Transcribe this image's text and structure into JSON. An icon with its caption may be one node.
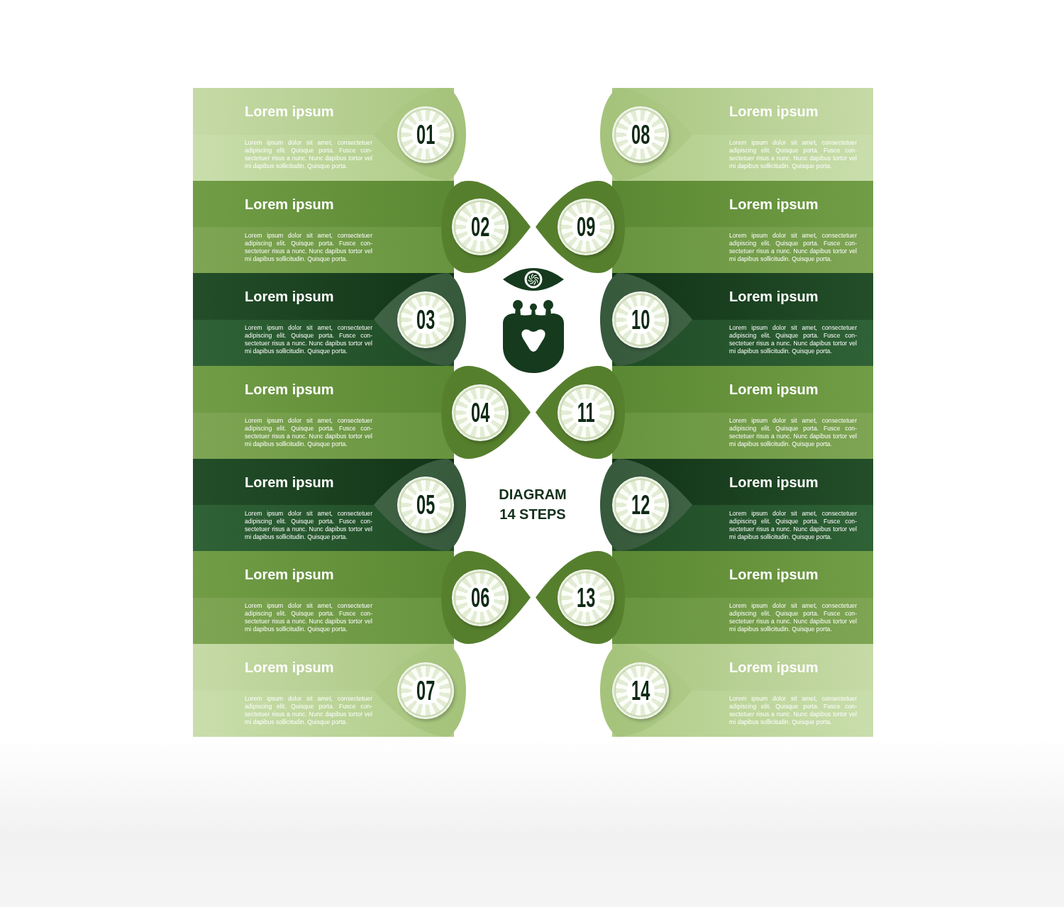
{
  "diagram": {
    "title": "DIAGRAM 14 STEPS",
    "nodes": [
      {
        "text": [
          "Lorem ipsum",
          "Lorem ipsum dolor sit amet, consectetuer adipiscing elit. Quisque porta. Fusce con- sectetuer risus a nunc. Nunc dapibus tortor vel mi dapibus sollicitudin. Quisque porta."
        ]
      },
      {
        "text": [
          "01"
        ],
        "in": 0
      },
      {
        "text": [
          "Lorem ipsum",
          "Lorem ipsum dolor sit amet, consectetuer adipiscing elit. Quisque porta. Fusce con- sectetuer risus a nunc. Nunc dapibus tortor vel mi dapibus sollicitudin. Quisque porta."
        ]
      },
      {
        "text": [
          "02"
        ],
        "in": 2
      },
      {
        "text": [
          "Lorem ipsum",
          "Lorem ipsum dolor sit amet, consectetuer adipiscing elit. Quisque porta. Fusce con- sectetuer risus a nunc. Nunc dapibus tortor vel mi dapibus sollicitudin. Quisque porta."
        ]
      },
      {
        "text": [
          "03"
        ],
        "in": 4
      },
      {
        "text": [
          "Lorem ipsum",
          "Lorem ipsum dolor sit amet, consectetuer adipiscing elit. Quisque porta. Fusce con- sectetuer risus a nunc. Nunc dapibus tortor vel mi dapibus sollicitudin. Quisque porta."
        ]
      },
      {
        "text": [
          "04"
        ],
        "in": 6
      },
      {
        "text": [
          "Lorem ipsum",
          "Lorem ipsum dolor sit amet, consectetuer adipiscing elit. Quisque porta. Fusce con- sectetuer risus a nunc. Nunc dapibus tortor vel mi dapibus sollicitudin. Quisque porta."
        ]
      },
      {
        "text": [
          "05"
        ],
        "in": 8
      },
      {
        "text": [
          "Lorem ipsum",
          "Lorem ipsum dolor sit amet, consectetuer adipiscing elit. Quisque porta. Fusce con- sectetuer risus a nunc. Nunc dapibus tortor vel mi dapibus sollicitudin. Quisque porta."
        ]
      },
      {
        "text": [
          "06"
        ],
        "in": 10
      },
      {
        "text": [
          "Lorem ipsum",
          "Lorem ipsum dolor sit amet, consectetuer adipiscing elit. Quisque porta. Fusce con- sectetuer risus a nunc. Nunc dapibus tortor vel mi dapibus sollicitudin. Quisque porta."
        ]
      },
      {
        "text": [
          "07"
        ],
        "in": 12
      },
      {
        "text": [
          "Lorem ipsum",
          "Lorem ipsum dolor sit amet, consectetuer adipiscing elit. Quisque porta. Fusce con- sectetuer risus a nunc. Nunc dapibus tortor vel mi dapibus sollicitudin. Quisque porta."
        ]
      },
      {
        "text": [
          "08"
        ],
        "in": 14
      },
      {
        "text": [
          "Lorem ipsum",
          "Lorem ipsum dolor sit amet, consectetuer adipiscing elit. Quisque porta. Fusce con- sectetuer risus a nunc. Nunc dapibus tortor vel mi dapibus sollicitudin. Quisque porta."
        ]
      },
      {
        "text": [
          "09"
        ],
        "in": 16
      },
      {
        "text": [
          "Lorem ipsum",
          "Lorem ipsum dolor sit amet, consectetuer adipiscing elit. Quisque porta. Fusce con- sectetuer risus a nunc. Nunc dapibus tortor vel mi dapibus sollicitudin. Quisque porta."
        ]
      },
      {
        "text": [
          "10"
        ],
        "in": 18
      },
      {
        "text": [
          "Lorem ipsum",
          "Lorem ipsum dolor sit amet, consectetuer adipiscing elit. Quisque porta. Fusce con- sectetuer risus a nunc. Nunc dapibus tortor vel mi dapibus sollicitudin. Quisque porta."
        ]
      },
      {
        "text": [
          "11"
        ],
        "in": 20
      },
      {
        "text": [
          "Lorem ipsum",
          "Lorem ipsum dolor sit amet, consectetuer adipiscing elit. Quisque porta. Fusce con- sectetuer risus a nunc. Nunc dapibus tortor vel mi dapibus sollicitudin. Quisque porta."
        ]
      },
      {
        "text": [
          "12"
        ],
        "in": 22
      },
      {
        "text": [
          "Lorem ipsum",
          "Lorem ipsum dolor sit amet, consectetuer adipiscing elit. Quisque porta. Fusce con- sectetuer risus a nunc. Nunc dapibus tortor vel mi dapibus sollicitudin. Quisque porta."
        ]
      },
      {
        "text": [
          "13"
        ],
        "in": 24
      },
      {
        "text": [
          "Lorem ipsum",
          "Lorem ipsum dolor sit amet, consectetuer adipiscing elit. Quisque porta. Fusce con- sectetuer risus a nunc. Nunc dapibus tortor vel mi dapibus sollicitudin. Quisque porta."
        ]
      },
      {
        "text": [
          "14"
        ],
        "in": 26
      }
    ]
  }
}
